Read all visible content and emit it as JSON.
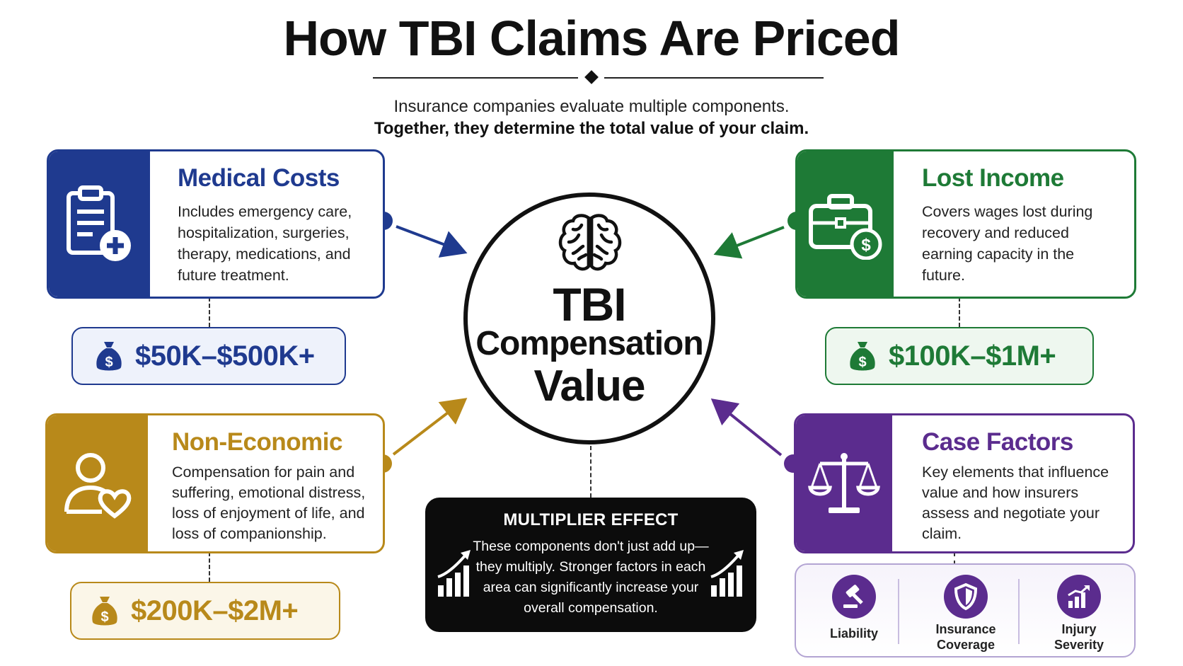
{
  "header": {
    "title": "How TBI Claims Are Priced",
    "subtitle_line1": "Insurance companies evaluate multiple components.",
    "subtitle_line2": "Together, they determine the total value of your claim."
  },
  "center": {
    "line1": "TBI",
    "line2": "Compensation",
    "line3": "Value",
    "icon": "brain-icon"
  },
  "cards": {
    "medical": {
      "title": "Medical Costs",
      "description": "Includes emergency care, hospitalization, surgeries, therapy, medications, and future treatment.",
      "range": "$50K–$500K+",
      "color": "#1f3a8f",
      "icon": "clipboard-plus-icon"
    },
    "lost_income": {
      "title": "Lost Income",
      "description": "Covers wages lost during recovery and reduced earning capacity in the future.",
      "range": "$100K–$1M+",
      "color": "#1e7a36",
      "icon": "briefcase-dollar-icon"
    },
    "non_economic": {
      "title": "Non-Economic",
      "description": "Compensation for pain and suffering, emotional distress, loss of enjoyment of life, and loss of companionship.",
      "range": "$200K–$2M+",
      "color": "#b8891a",
      "icon": "person-heart-icon"
    },
    "case_factors": {
      "title": "Case Factors",
      "description": "Key elements that influence value and how insurers assess and negotiate your claim.",
      "color": "#5b2c8e",
      "icon": "scales-icon",
      "factors": [
        {
          "label": "Liability",
          "icon": "gavel-icon"
        },
        {
          "label": "Insurance Coverage",
          "icon": "shield-icon"
        },
        {
          "label": "Injury Severity",
          "icon": "bar-chart-icon"
        }
      ]
    }
  },
  "multiplier": {
    "title": "MULTIPLIER EFFECT",
    "text": "These components don't just add up—they multiply. Stronger factors in each area can significantly increase your overall compensation.",
    "icon": "growth-chart-icon"
  }
}
